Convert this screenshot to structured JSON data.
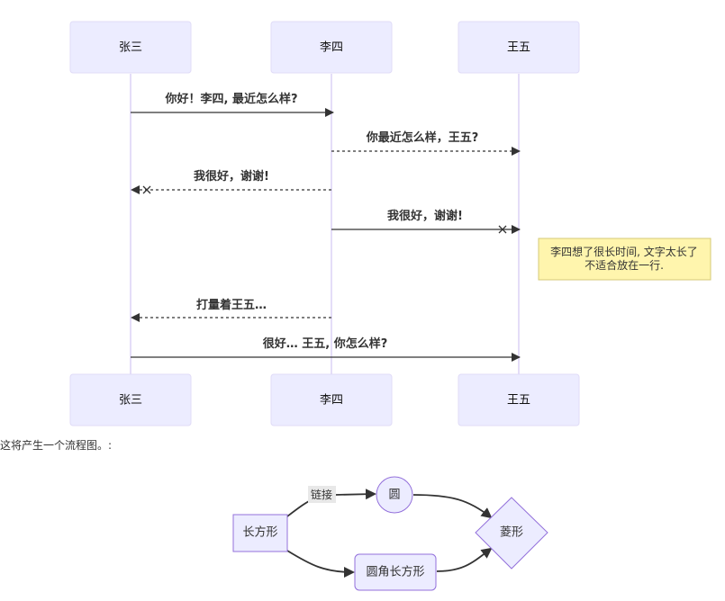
{
  "sequence": {
    "participants": [
      {
        "id": "zhangsan",
        "label": "张三"
      },
      {
        "id": "lisi",
        "label": "李四"
      },
      {
        "id": "wangwu",
        "label": "王五"
      }
    ],
    "messages": [
      {
        "from": "张三",
        "to": "李四",
        "text": "你好！李四, 最近怎么样?",
        "style": "solid",
        "head": "arrow"
      },
      {
        "from": "李四",
        "to": "王五",
        "text": "你最近怎么样，王五?",
        "style": "dotted",
        "head": "arrow"
      },
      {
        "from": "李四",
        "to": "张三",
        "text": "我很好，谢谢!",
        "style": "dotted",
        "head": "cross"
      },
      {
        "from": "李四",
        "to": "王五",
        "text": "我很好，谢谢!",
        "style": "solid",
        "head": "cross"
      },
      {
        "from": "李四",
        "to": "张三",
        "text": "打量着王五…",
        "style": "dotted",
        "head": "arrow"
      },
      {
        "from": "张三",
        "to": "王五",
        "text": "很好… 王五, 你怎么样?",
        "style": "solid",
        "head": "arrow"
      }
    ],
    "note": {
      "position": "right of 王五",
      "lines": [
        "李四想了很长时间, 文字太长了",
        "不适合放在一行."
      ]
    }
  },
  "caption": "这将产生一个流程图。:",
  "flowchart": {
    "nodes": [
      {
        "id": "A",
        "label": "长方形",
        "shape": "rect"
      },
      {
        "id": "B",
        "label": "圆",
        "shape": "circle"
      },
      {
        "id": "C",
        "label": "圆角长方形",
        "shape": "round-rect"
      },
      {
        "id": "D",
        "label": "菱形",
        "shape": "diamond"
      }
    ],
    "edges": [
      {
        "from": "A",
        "to": "B",
        "label": "链接"
      },
      {
        "from": "A",
        "to": "C",
        "label": ""
      },
      {
        "from": "B",
        "to": "D",
        "label": ""
      },
      {
        "from": "C",
        "to": "D",
        "label": ""
      }
    ]
  },
  "colors": {
    "actor_fill": "#ECECFF",
    "actor_border": "#E0DBF7",
    "lifeline": "#DCD2F5",
    "note_fill": "#FFF5AD",
    "note_border": "#D4C977",
    "node_border": "#9370DB",
    "line": "#333333"
  }
}
